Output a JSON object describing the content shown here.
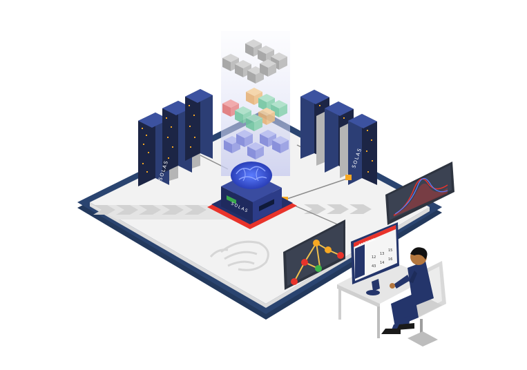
{
  "labels": {
    "server_brand": "SOLAS",
    "core_brand": "SOLAS",
    "monitor_header": "CARDINAL",
    "cal_numbers": [
      "12",
      "13",
      "15",
      "43",
      "14",
      "16"
    ]
  },
  "colors": {
    "platform_border": "#23395d",
    "platform_top": "#f2f2f2",
    "server_navy": "#2c3e75",
    "server_dark": "#1c2545",
    "accent_orange": "#f7a823",
    "accent_red": "#e8332b",
    "brain_blue": "#3a5bd9",
    "cube_gray": "#bfbfbf",
    "node_red": "#e8332b",
    "node_orange": "#f7a823",
    "node_green": "#3cb54a",
    "person_navy": "#24356b",
    "skin": "#b4773e"
  },
  "icons": [
    "phoenix-icon",
    "brain-icon",
    "chevron-arrow-icon",
    "graph-icon",
    "curve-chart-icon"
  ]
}
